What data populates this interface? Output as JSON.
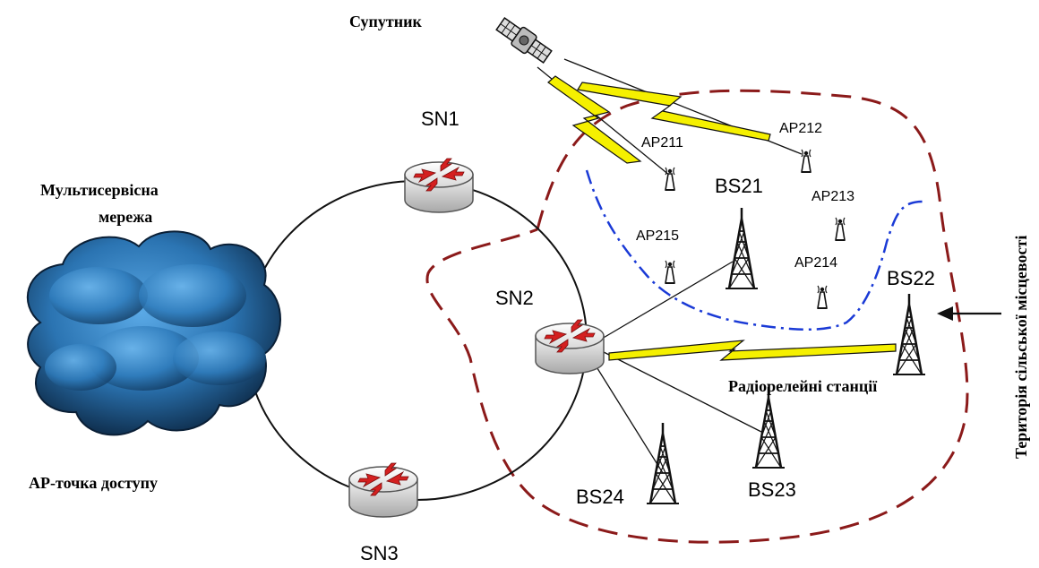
{
  "labels": {
    "satellite": "Супутник",
    "network_line1": "Мультисервісна",
    "network_line2": "мережа",
    "ap_note": "АР-точка доступу",
    "relay": "Радіорелейні станції",
    "territory": "Територія сільської місцевості"
  },
  "nodes": {
    "sn1": "SN1",
    "sn2": "SN2",
    "sn3": "SN3",
    "bs21": "BS21",
    "bs22": "BS22",
    "bs23": "BS23",
    "bs24": "BS24",
    "ap211": "AP211",
    "ap212": "AP212",
    "ap213": "AP213",
    "ap214": "AP214",
    "ap215": "AP215"
  },
  "colors": {
    "rural_boundary": "#8b1a1a",
    "ap_zone": "#1a3ad6",
    "lightning_fill": "#f5f000",
    "router_arrows": "#d42020",
    "cloud_dark": "#0d2a48",
    "cloud_light": "#3d8fd0"
  },
  "icons": {
    "satellite": "satellite-icon",
    "router": "router-icon",
    "tower": "tower-icon",
    "access_point": "access-point-icon",
    "cloud": "cloud-icon",
    "arrow": "arrow-left-icon"
  }
}
